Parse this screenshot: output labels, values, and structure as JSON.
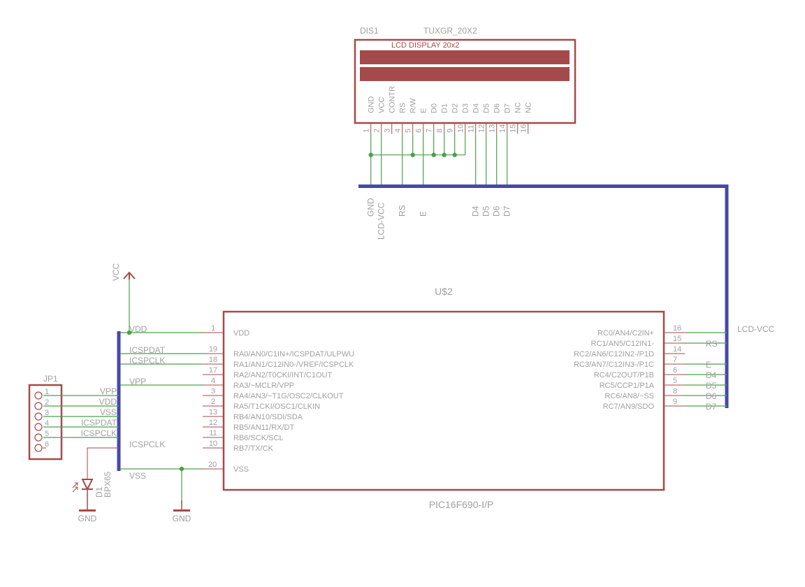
{
  "lcd": {
    "ref": "DIS1",
    "value": "TUXGR_20X2",
    "title": "LCD DISPLAY 20x2",
    "pins": [
      {
        "num": "1",
        "name": "GND"
      },
      {
        "num": "2",
        "name": "VCC"
      },
      {
        "num": "3",
        "name": "CONTR"
      },
      {
        "num": "4",
        "name": "RS"
      },
      {
        "num": "5",
        "name": "R/W"
      },
      {
        "num": "6",
        "name": "E"
      },
      {
        "num": "7",
        "name": "D0"
      },
      {
        "num": "8",
        "name": "D1"
      },
      {
        "num": "9",
        "name": "D2"
      },
      {
        "num": "10",
        "name": "D3"
      },
      {
        "num": "11",
        "name": "D4"
      },
      {
        "num": "12",
        "name": "D5"
      },
      {
        "num": "13",
        "name": "D6"
      },
      {
        "num": "14",
        "name": "D7"
      },
      {
        "num": "15",
        "name": "NC"
      },
      {
        "num": "16",
        "name": "NC"
      }
    ],
    "bus_labels": [
      "GND",
      "LCD-VCC",
      "RS",
      "E",
      "D4",
      "D5",
      "D6",
      "D7"
    ]
  },
  "mcu": {
    "ref": "U$2",
    "value": "PIC16F690-I/P",
    "left_pins": [
      {
        "num": "1",
        "name": "VDD",
        "net": "VDD"
      },
      {
        "num": "19",
        "name": "RA0/AN0/C1IN+/ICSPDAT/ULPWU",
        "net": "ICSPDAT"
      },
      {
        "num": "18",
        "name": "RA1/AN1/C12IN0-/VREF/ICSPCLK",
        "net": "ICSPCLK"
      },
      {
        "num": "17",
        "name": "RA2/AN2/T0CKI/INT/C1OUT",
        "net": ""
      },
      {
        "num": "4",
        "name": "RA3/~MCLR/VPP",
        "net": "VPP"
      },
      {
        "num": "3",
        "name": "RA4/AN3/~T1G/OSC2/CLKOUT",
        "net": ""
      },
      {
        "num": "2",
        "name": "RA5/T1CKI/OSC1/CLKIN",
        "net": ""
      },
      {
        "num": "13",
        "name": "RB4/AN10/SDI/SDA",
        "net": ""
      },
      {
        "num": "12",
        "name": "RB5/AN11/RX/DT",
        "net": ""
      },
      {
        "num": "11",
        "name": "RB6/SCK/SCL",
        "net": ""
      },
      {
        "num": "10",
        "name": "RB7/TX/CK",
        "net": ""
      }
    ],
    "vss_pin": {
      "num": "20",
      "name": "VSS",
      "net": "VSS"
    },
    "right_pins": [
      {
        "num": "16",
        "name": "RC0/AN4/C2IN+",
        "net": ""
      },
      {
        "num": "15",
        "name": "RC1/AN5/C12IN1-",
        "net": "RS"
      },
      {
        "num": "14",
        "name": "RC2/AN6/C12IN2-/P1D",
        "net": ""
      },
      {
        "num": "7",
        "name": "RC3/AN7/C12IN3-/P1C",
        "net": "E"
      },
      {
        "num": "6",
        "name": "RC4/C2OUT/P1B",
        "net": "D4"
      },
      {
        "num": "5",
        "name": "RC5/CCP1/P1A",
        "net": "D5"
      },
      {
        "num": "8",
        "name": "RC6/AN8/~SS",
        "net": "D6"
      },
      {
        "num": "9",
        "name": "RC7/AN9/SDO",
        "net": "D7"
      }
    ],
    "lcd_vcc_label": "LCD-VCC"
  },
  "jp1": {
    "ref": "JP1",
    "pins": [
      {
        "num": "1",
        "net": "VPP"
      },
      {
        "num": "2",
        "net": "VDD"
      },
      {
        "num": "3",
        "net": "VSS"
      },
      {
        "num": "4",
        "net": "ICSPDAT"
      },
      {
        "num": "5",
        "net": "ICSPCLK"
      },
      {
        "num": "6",
        "net": ""
      }
    ]
  },
  "diode": {
    "ref": "D1",
    "value": "BPX65"
  },
  "floating_label": "ICSPCLK",
  "power": {
    "vcc": "VCC",
    "gnd_diode": "GND",
    "gnd_mcu": "GND"
  },
  "colors": {
    "part": "#a54a4a",
    "wire": "#4aa04a",
    "bus": "#4848a8",
    "text": "#a0a0a0"
  }
}
